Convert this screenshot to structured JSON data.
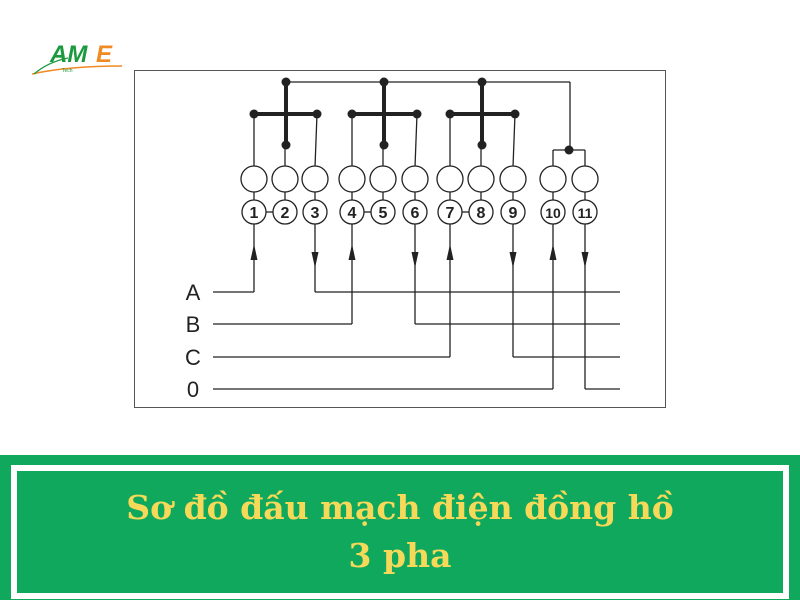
{
  "logo": {
    "text": "AME",
    "subtext": "Tech",
    "green": "#1a9a3c",
    "orange": "#f08a24"
  },
  "diagram": {
    "terminals": [
      "1",
      "2",
      "3",
      "4",
      "5",
      "6",
      "7",
      "8",
      "9",
      "10",
      "11"
    ],
    "phases": [
      "A",
      "B",
      "C",
      "0"
    ],
    "line_color": "#222222"
  },
  "banner": {
    "title": "Sơ đồ đấu mạch điện đồng hồ 3 pha",
    "bg": "#10a85c",
    "text_color": "#f7d95a"
  }
}
